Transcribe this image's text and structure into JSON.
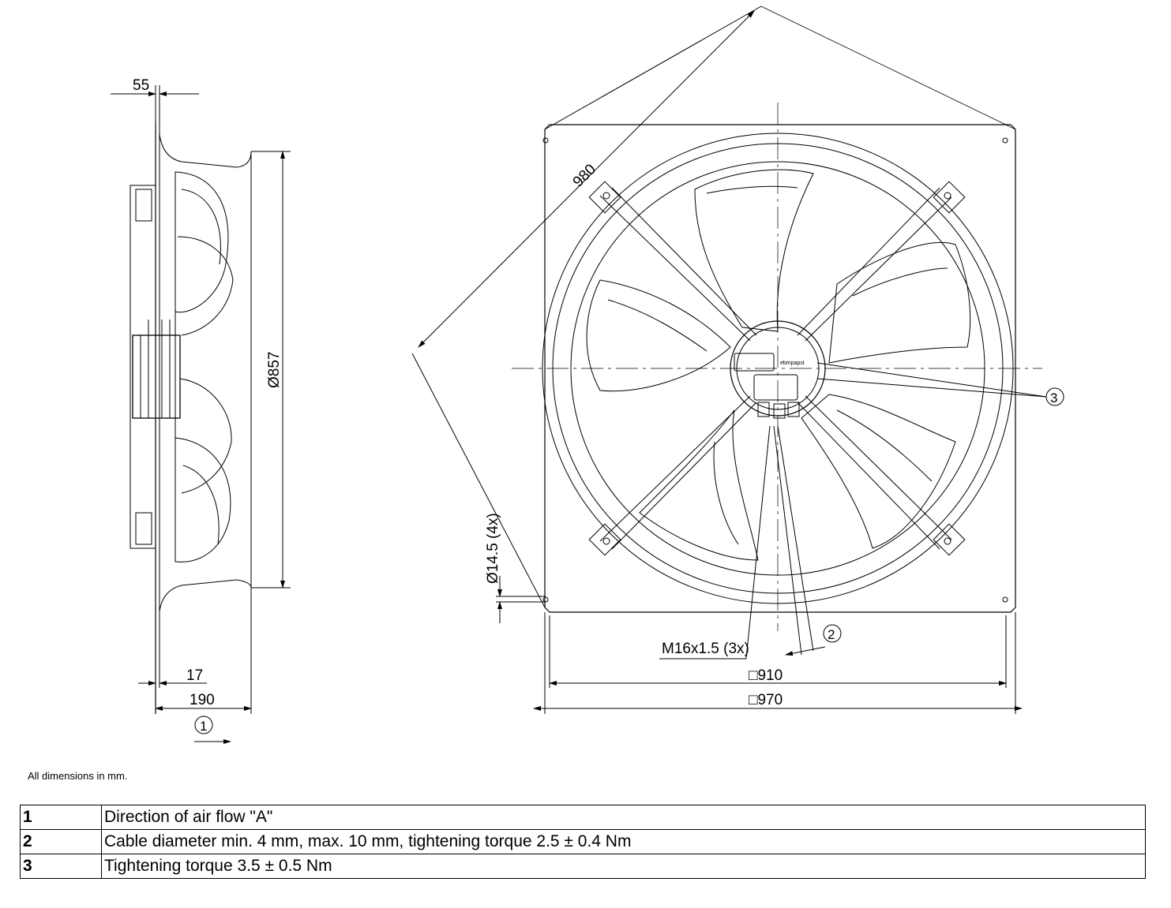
{
  "side_view": {
    "dim_top": "55",
    "dim_diameter": "Ø857",
    "dim_small": "17",
    "dim_depth": "190",
    "airflow_callout": "1"
  },
  "front_view": {
    "dim_diagonal": "980",
    "dim_hole": "Ø14.5 (4x)",
    "dim_thread": "M16x1.5 (3x)",
    "dim_inner_square": "□910",
    "dim_outer_square": "□970",
    "callout_cable": "2",
    "callout_screw": "3",
    "hub_brand": "ebmpapst"
  },
  "note": "All dimensions in mm.",
  "legend": [
    {
      "num": "1",
      "text": "Direction of air flow \"A\""
    },
    {
      "num": "2",
      "text": "Cable diameter min. 4 mm, max. 10 mm, tightening torque 2.5 ± 0.4 Nm"
    },
    {
      "num": "3",
      "text": "Tightening torque 3.5 ± 0.5 Nm"
    }
  ]
}
